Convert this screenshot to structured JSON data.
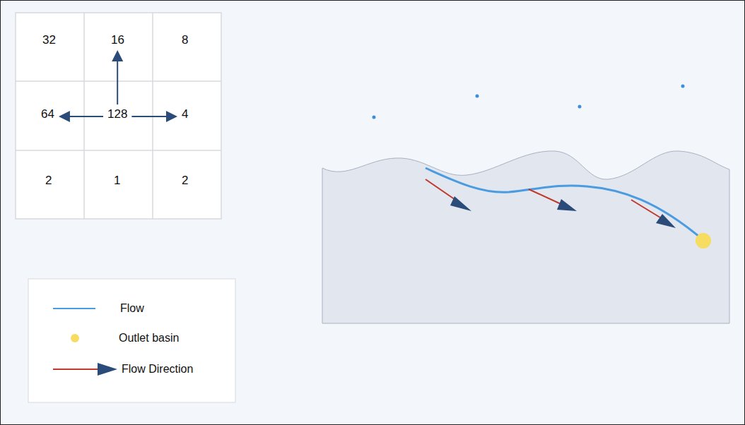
{
  "diagram": {
    "nodes": [
      {
        "text": [
          "32"
        ]
      },
      {
        "text": [
          "16"
        ]
      },
      {
        "text": [
          "8"
        ]
      },
      {
        "text": [
          "64"
        ]
      },
      {
        "text": [
          "128"
        ]
      },
      {
        "text": [
          "4"
        ]
      },
      {
        "text": [
          "2"
        ]
      },
      {
        "text": [
          "1"
        ]
      },
      {
        "text": [
          "2"
        ]
      }
    ],
    "edges": [
      {
        "from": 4,
        "to": 1,
        "arrow": "to"
      },
      {
        "from": 4,
        "to": 3,
        "arrow": "to"
      },
      {
        "from": 4,
        "to": 5,
        "arrow": "to"
      }
    ],
    "legend": [
      {
        "text": "Flow"
      },
      {
        "text": "Outlet basin"
      },
      {
        "text": "Flow Direction"
      }
    ]
  }
}
